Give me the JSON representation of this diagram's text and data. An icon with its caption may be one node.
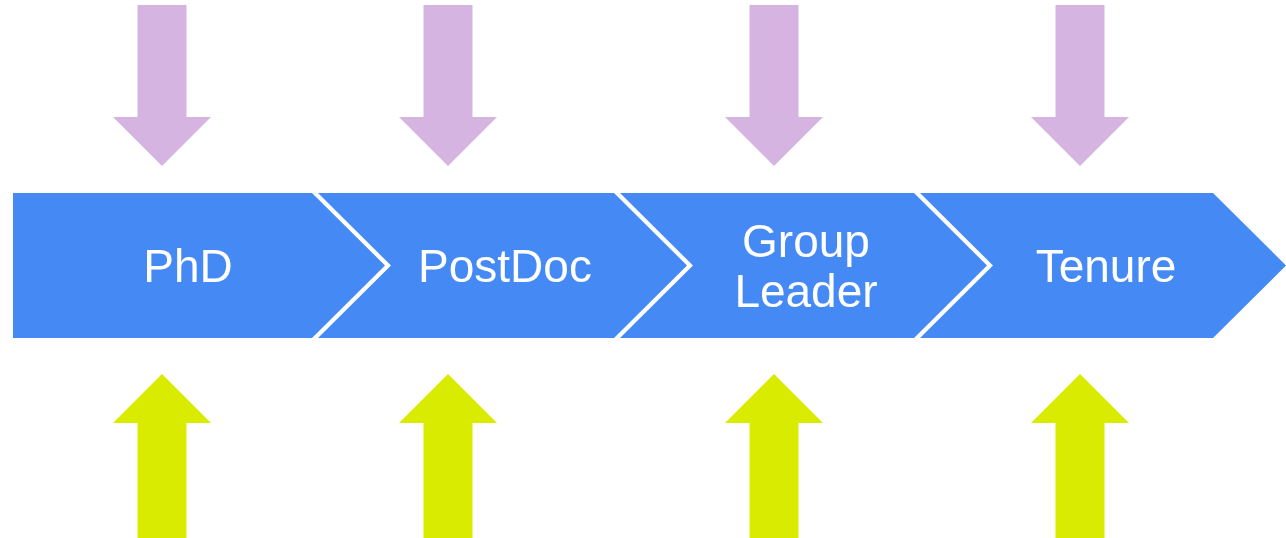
{
  "diagram": {
    "nodes": [
      {
        "text": [
          "PhD"
        ]
      },
      {
        "text": [
          "PostDoc"
        ]
      },
      {
        "text": [
          "Group Leader"
        ]
      },
      {
        "text": [
          "Tenure"
        ]
      }
    ],
    "edges": [
      {
        "from": null,
        "to": 0,
        "arrow": "to",
        "color": "#d6b4e2"
      },
      {
        "from": null,
        "to": 1,
        "arrow": "to",
        "color": "#d6b4e2"
      },
      {
        "from": null,
        "to": 2,
        "arrow": "to",
        "color": "#d6b4e2"
      },
      {
        "from": null,
        "to": 3,
        "arrow": "to",
        "color": "#d6b4e2"
      },
      {
        "from": null,
        "to": 0,
        "arrow": "to",
        "color": "#d9ec00"
      },
      {
        "from": null,
        "to": 1,
        "arrow": "to",
        "color": "#d9ec00"
      },
      {
        "from": null,
        "to": 2,
        "arrow": "to",
        "color": "#d9ec00"
      },
      {
        "from": null,
        "to": 3,
        "arrow": "to",
        "color": "#d9ec00"
      }
    ]
  }
}
